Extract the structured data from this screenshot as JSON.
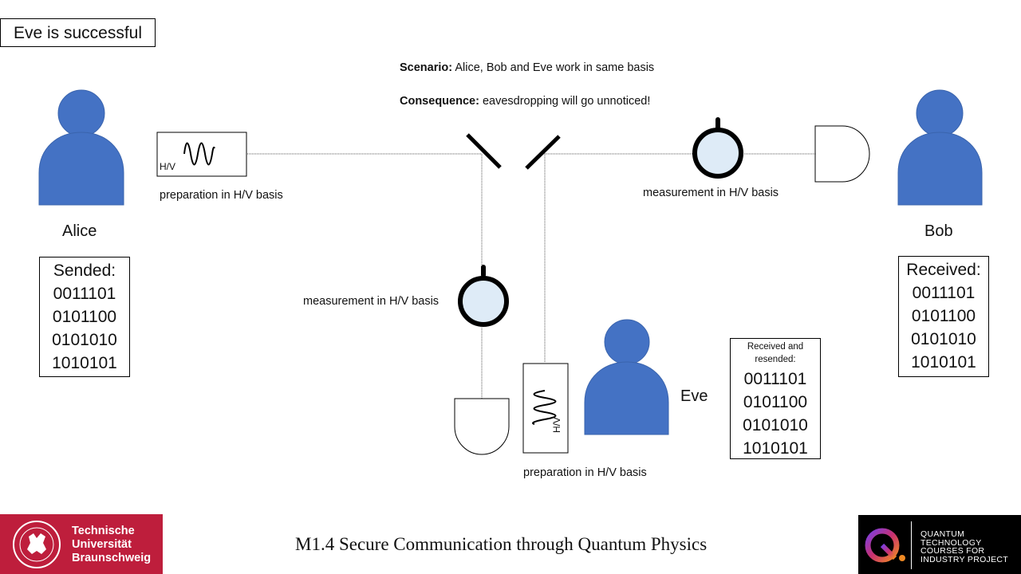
{
  "title": "Eve is successful",
  "scenario": {
    "label": "Scenario:",
    "text": "Alice, Bob and Eve work in same basis"
  },
  "consequence": {
    "label": "Consequence:",
    "text": "eavesdropping will go unnoticed!"
  },
  "alice": {
    "name": "Alice",
    "prep_caption": "preparation in H/V basis",
    "prep_label": "H/V",
    "sent_header": "Sended:",
    "bits": [
      "0011101",
      "0101100",
      "0101010",
      "1010101"
    ]
  },
  "bob": {
    "name": "Bob",
    "meas_caption": "measurement  in H/V basis",
    "recv_header": "Received:",
    "bits": [
      "0011101",
      "0101100",
      "0101010",
      "1010101"
    ]
  },
  "eve": {
    "name": "Eve",
    "meas_caption": "measurement  in H/V basis",
    "prep_caption": "preparation in H/V basis",
    "prep_label": "H/V",
    "header": "Received and resended:",
    "bits": [
      "0011101",
      "0101100",
      "0101010",
      "1010101"
    ]
  },
  "footer": {
    "course_title": "M1.4 Secure Communication through Quantum Physics",
    "university_lines": [
      "Technische",
      "Universität",
      "Braunschweig"
    ],
    "project_lines": [
      "QUANTUM",
      "TECHNOLOGY",
      "COURSES FOR",
      "INDUSTRY PROJECT"
    ]
  },
  "colors": {
    "person": "#4472c4",
    "detector_fill": "#deebf7",
    "tu_red": "#be1e3c"
  }
}
